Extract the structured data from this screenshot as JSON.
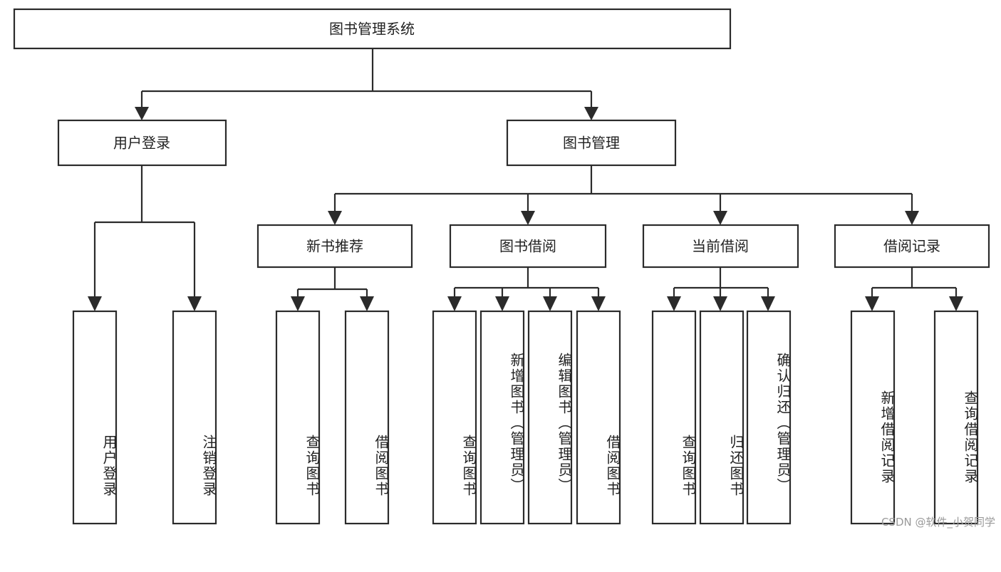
{
  "diagram": {
    "type": "tree",
    "title": "图书管理系统",
    "watermark": "CSDN @软件_小贺同学",
    "colors": {
      "stroke": "#2b2b2b",
      "fill": "#ffffff",
      "text": "#222222",
      "watermark": "#9a9a9a"
    },
    "nodes": {
      "root": {
        "label": "图书管理系统",
        "level": 1,
        "orientation": "horizontal"
      },
      "l2": [
        {
          "id": "user-login",
          "label": "用户登录",
          "level": 2,
          "orientation": "horizontal"
        },
        {
          "id": "book-manage",
          "label": "图书管理",
          "level": 2,
          "orientation": "horizontal"
        }
      ],
      "l3": [
        {
          "id": "new-book-recommend",
          "label": "新书推荐",
          "level": 3,
          "orientation": "horizontal"
        },
        {
          "id": "book-borrow",
          "label": "图书借阅",
          "level": 3,
          "orientation": "horizontal"
        },
        {
          "id": "current-borrow",
          "label": "当前借阅",
          "level": 3,
          "orientation": "horizontal"
        },
        {
          "id": "borrow-record",
          "label": "借阅记录",
          "level": 3,
          "orientation": "horizontal"
        }
      ],
      "leaves": [
        {
          "id": "leaf-user-login",
          "label": "用户登录",
          "parent": "user-login",
          "orientation": "vertical"
        },
        {
          "id": "leaf-user-logout",
          "label": "注销登录",
          "parent": "user-login",
          "orientation": "vertical"
        },
        {
          "id": "leaf-query-book-1",
          "label": "查询图书",
          "parent": "new-book-recommend",
          "orientation": "vertical"
        },
        {
          "id": "leaf-borrow-book-1",
          "label": "借阅图书",
          "parent": "new-book-recommend",
          "orientation": "vertical"
        },
        {
          "id": "leaf-query-book-2",
          "label": "查询图书",
          "parent": "book-borrow",
          "orientation": "vertical"
        },
        {
          "id": "leaf-add-book",
          "label": "新增图书（管理员）",
          "parent": "book-borrow",
          "orientation": "vertical"
        },
        {
          "id": "leaf-edit-book",
          "label": "编辑图书（管理员）",
          "parent": "book-borrow",
          "orientation": "vertical"
        },
        {
          "id": "leaf-borrow-book-2",
          "label": "借阅图书",
          "parent": "book-borrow",
          "orientation": "vertical"
        },
        {
          "id": "leaf-query-book-3",
          "label": "查询图书",
          "parent": "current-borrow",
          "orientation": "vertical"
        },
        {
          "id": "leaf-return-book",
          "label": "归还图书",
          "parent": "current-borrow",
          "orientation": "vertical"
        },
        {
          "id": "leaf-confirm-return",
          "label": "确认归还（管理员）",
          "parent": "current-borrow",
          "orientation": "vertical"
        },
        {
          "id": "leaf-add-record",
          "label": "新增借阅记录",
          "parent": "borrow-record",
          "orientation": "vertical"
        },
        {
          "id": "leaf-query-record",
          "label": "查询借阅记录",
          "parent": "borrow-record",
          "orientation": "vertical"
        }
      ]
    }
  }
}
